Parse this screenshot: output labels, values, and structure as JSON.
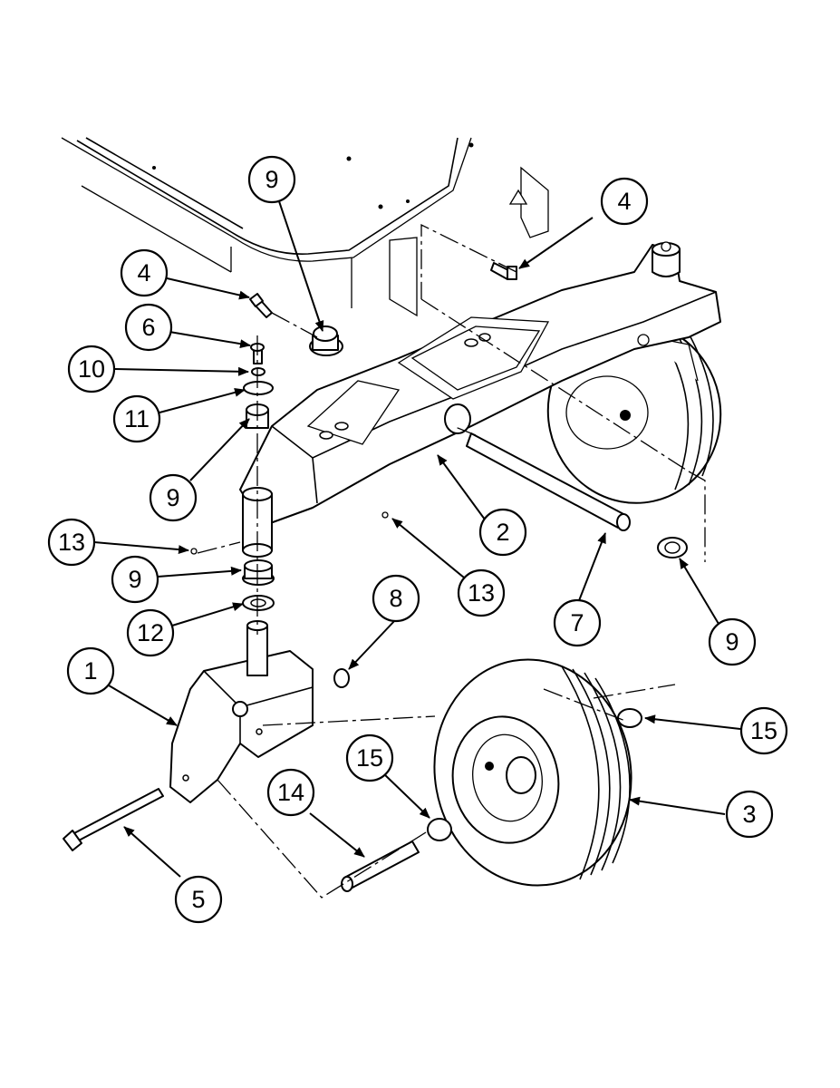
{
  "callouts": [
    {
      "id": "c1",
      "label": "1"
    },
    {
      "id": "c2",
      "label": "2"
    },
    {
      "id": "c3",
      "label": "3"
    },
    {
      "id": "c4a",
      "label": "4"
    },
    {
      "id": "c4b",
      "label": "4"
    },
    {
      "id": "c5",
      "label": "5"
    },
    {
      "id": "c6",
      "label": "6"
    },
    {
      "id": "c7",
      "label": "7"
    },
    {
      "id": "c8",
      "label": "8"
    },
    {
      "id": "c9a",
      "label": "9"
    },
    {
      "id": "c9b",
      "label": "9"
    },
    {
      "id": "c9c",
      "label": "9"
    },
    {
      "id": "c9d",
      "label": "9"
    },
    {
      "id": "c10",
      "label": "10"
    },
    {
      "id": "c11",
      "label": "11"
    },
    {
      "id": "c12",
      "label": "12"
    },
    {
      "id": "c13a",
      "label": "13"
    },
    {
      "id": "c13b",
      "label": "13"
    },
    {
      "id": "c14",
      "label": "14"
    },
    {
      "id": "c15a",
      "label": "15"
    },
    {
      "id": "c15b",
      "label": "15"
    }
  ],
  "parts": [
    {
      "name": "deck-frame-icon"
    },
    {
      "name": "caster-arm-icon"
    },
    {
      "name": "caster-wheel-rear-icon"
    },
    {
      "name": "caster-fork-icon"
    },
    {
      "name": "caster-wheel-icon"
    },
    {
      "name": "pivot-bolt-icon"
    },
    {
      "name": "axle-tube-icon"
    },
    {
      "name": "wheel-spacer-icon"
    },
    {
      "name": "flange-bushing-icon"
    },
    {
      "name": "grease-fitting-icon"
    }
  ]
}
